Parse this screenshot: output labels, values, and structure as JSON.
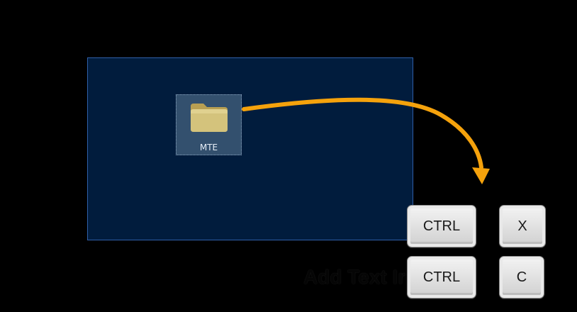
{
  "desktop": {
    "background_color": "#011c3d",
    "border_color": "#2f5fa8"
  },
  "folder": {
    "label": "MTE",
    "icon": "folder-icon",
    "selected": true
  },
  "arrow": {
    "color": "#f5a20c",
    "icon": "curved-arrow-icon"
  },
  "shortcuts": {
    "row1": {
      "modifier": "CTRL",
      "key": "X"
    },
    "row2": {
      "modifier": "CTRL",
      "key": "C"
    }
  },
  "caption": {
    "text": "Add Text Ir"
  }
}
